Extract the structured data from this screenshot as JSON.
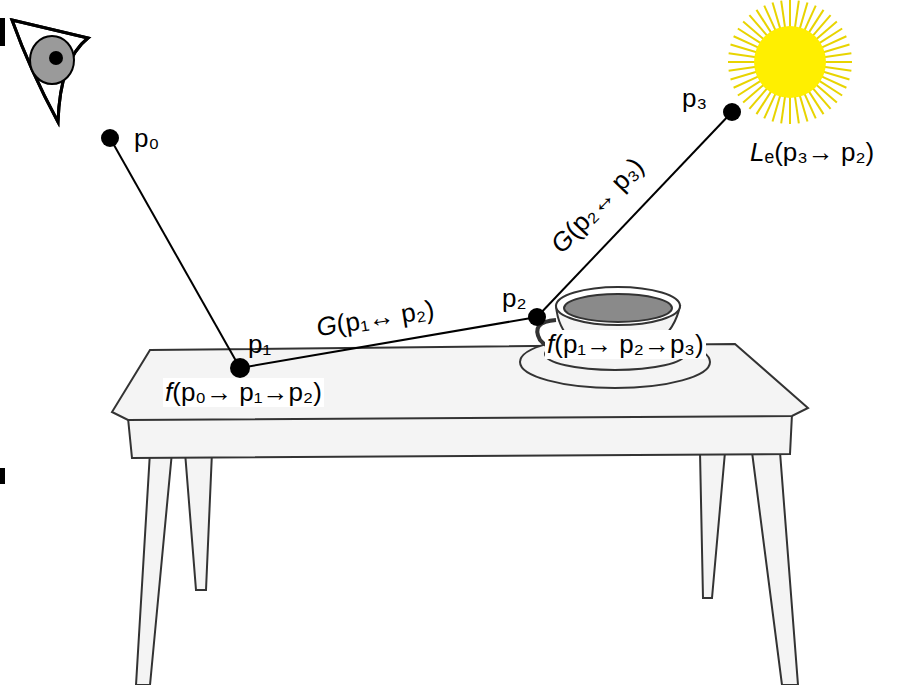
{
  "diagram": {
    "labels": [
      "p₀",
      "p₁",
      "f(p₀→ p₁→p₂)",
      "G(p₁↔ p₂)",
      "p₂",
      "f(p₁→ p₂→p₃)",
      "G(p₂↔ p₃)",
      "p₃",
      "Lₑ(p₃→ p₂)"
    ]
  }
}
